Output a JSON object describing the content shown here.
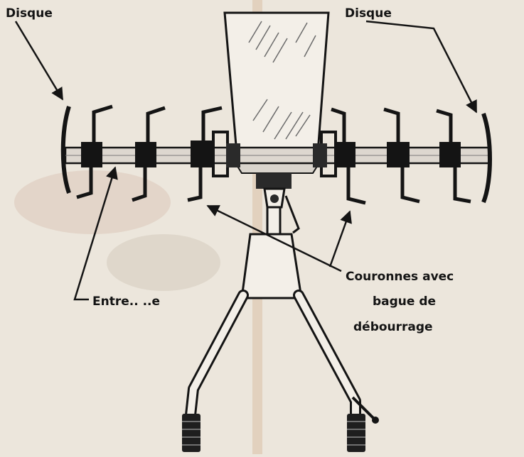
{
  "labels": {
    "disque_left": "Disque",
    "disque_right": "Disque",
    "entretoise": "Entre.. ..e",
    "couronnes_line1": "Couronnes avec",
    "couronnes_line2": "bague de",
    "couronnes_line3": "débourrage"
  },
  "colors": {
    "paper": "#ece6dc",
    "ink": "#141414",
    "stain": "#c9a58f"
  }
}
